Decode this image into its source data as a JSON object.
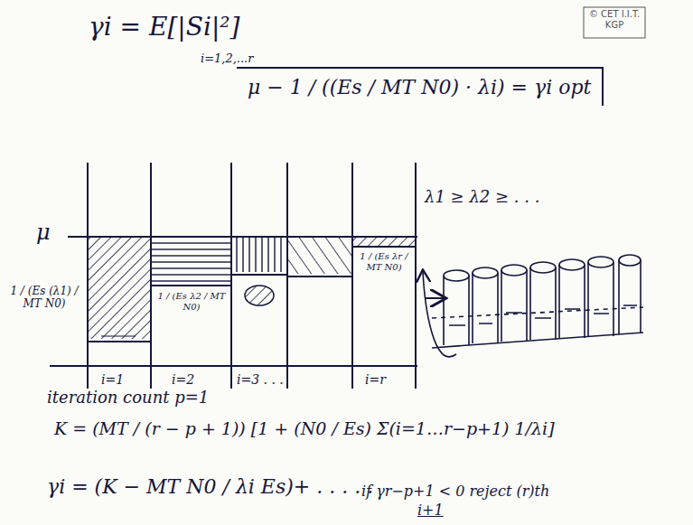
{
  "diagram": {
    "nodes": [
      {
        "text": [
          "μ − 1 / ((Es / MT N0) · λi) = γi opt"
        ]
      }
    ],
    "labels": [
      "© CET I.I.T. KGP",
      "γi = E[|Si|²]",
      "i=1,2,...r",
      "λ1 ≥ λ2 ≥ . . .",
      "μ",
      "1 / (Es (λ1) / MT N0)",
      "1 / (Es λ2 / MT N0)",
      "1 / (Es λr / MT N0)",
      "i=1",
      "i=2",
      "i=3 . . .",
      "i=r",
      "iteration count p=1",
      "K = (MT / (r − p + 1)) [1 + (N0 / Es) Σ(i=1…r−p+1) 1/λi]",
      "γi = (K − MT N0 / λi Es)+ . . . . .",
      "if γr−p+1 < 0 reject (r)th",
      "i+1"
    ]
  }
}
